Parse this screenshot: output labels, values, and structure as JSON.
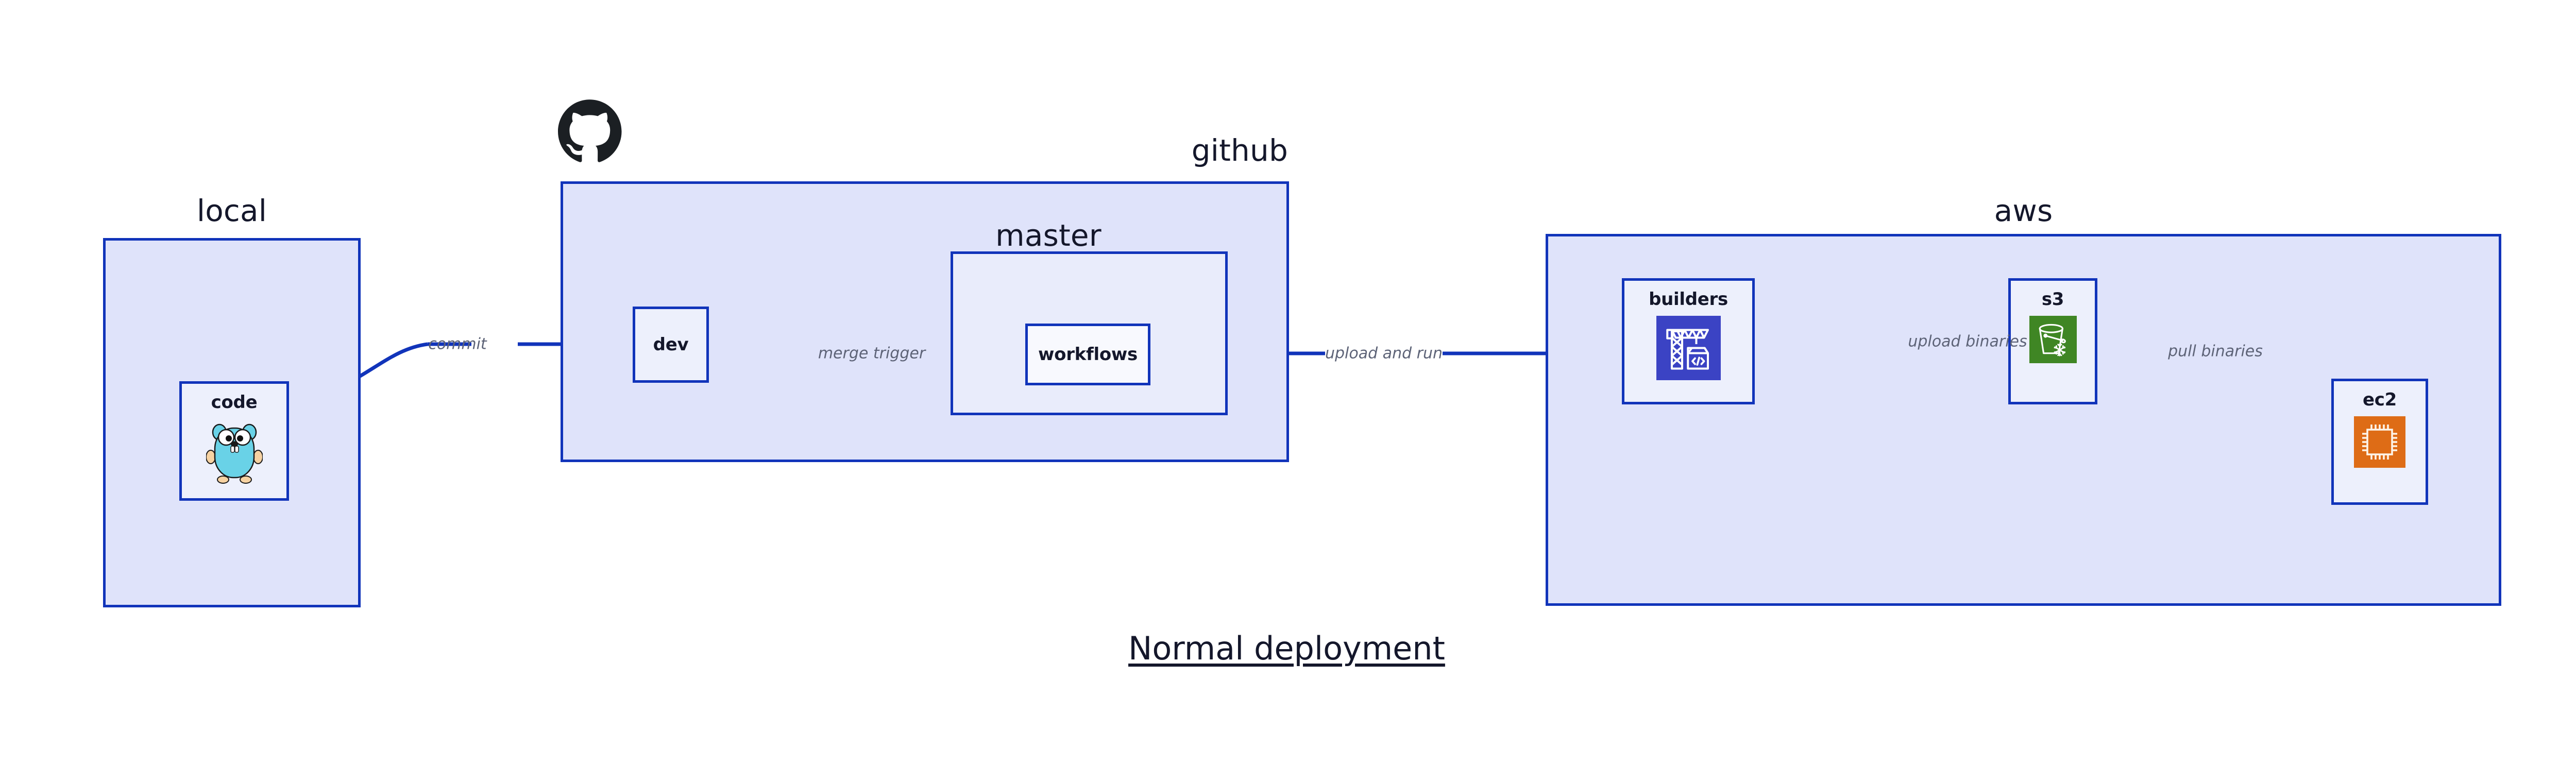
{
  "diagram": {
    "title": "Normal deployment",
    "title_underlined": true,
    "background": "#ffffff",
    "accent_color": "#1134ba",
    "container_fill": "#dfe3fa",
    "node_fill": "#edf0fc",
    "label_color": "#14172b",
    "edge_label_color": "#5d6377"
  },
  "groups": {
    "local": {
      "label": "local",
      "label_position": "top-center"
    },
    "github": {
      "label": "github",
      "label_position": "top-right",
      "logo": "github-octocat-logo"
    },
    "master": {
      "label": "master",
      "label_position": "top-center"
    },
    "aws": {
      "label": "aws",
      "label_position": "top-center"
    }
  },
  "nodes": {
    "code": {
      "label": "code",
      "icon": "golang-gopher-icon",
      "icon_colors": {
        "body": "#69d2e7",
        "accent": "#f6d2a2"
      }
    },
    "dev": {
      "label": "dev",
      "icon": null
    },
    "workflows": {
      "label": "workflows",
      "icon": null
    },
    "builders": {
      "label": "builders",
      "icon": "aws-codebuild-crane-icon",
      "icon_colors": {
        "bg": "#3b43c4",
        "fg": "#ffffff"
      }
    },
    "s3": {
      "label": "s3",
      "icon": "aws-s3-glacier-bucket-icon",
      "icon_colors": {
        "bg": "#3f8624",
        "fg": "#ffffff"
      }
    },
    "ec2": {
      "label": "ec2",
      "icon": "aws-ec2-cpu-chip-icon",
      "icon_colors": {
        "bg": "#de6c16",
        "fg": "#ffffff"
      }
    }
  },
  "edges": [
    {
      "id": "commit",
      "label": "commit",
      "from": "code",
      "to": "dev"
    },
    {
      "id": "merge-trigger",
      "label": "merge trigger",
      "from": "dev",
      "to": "workflows"
    },
    {
      "id": "upload-and-run",
      "label": "upload and run",
      "from": "workflows",
      "to": "builders"
    },
    {
      "id": "upload-binaries",
      "label": "upload binaries",
      "from": "builders",
      "to": "s3"
    },
    {
      "id": "pull-binaries",
      "label": "pull binaries",
      "from": "s3",
      "to": "ec2"
    }
  ]
}
